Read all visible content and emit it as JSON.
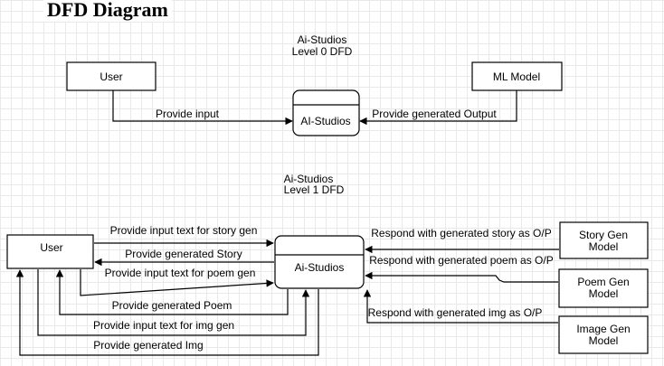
{
  "heading": "DFD Diagram",
  "level0": {
    "title_line1": "Ai-Studios",
    "title_line2": "Level 0 DFD",
    "entities": {
      "user": "User",
      "ml_model": "ML Model"
    },
    "process": "AI-Studios",
    "flows": {
      "provide_input": "Provide input",
      "provide_output": "Provide generated Output"
    }
  },
  "level1": {
    "title_line1": "Ai-Studios",
    "title_line2": "Level 1 DFD",
    "entities": {
      "user": "User",
      "story_gen_line1": "Story Gen",
      "story_gen_line2": "Model",
      "poem_gen_line1": "Poem Gen",
      "poem_gen_line2": "Model",
      "image_gen_line1": "Image Gen",
      "image_gen_line2": "Model"
    },
    "process": "Ai-Studios",
    "flows": {
      "input_story": "Provide input text for story gen",
      "generated_story": "Provide generated Story",
      "input_poem": "Provide input text for poem gen",
      "generated_poem": "Provide generated Poem",
      "input_img": "Provide input text for img gen",
      "generated_img": "Provide generated Img",
      "respond_story": "Respond with generated story as O/P",
      "respond_poem": "Respond with generated poem as O/P",
      "respond_img": "Respond with generated img as O/P"
    }
  }
}
